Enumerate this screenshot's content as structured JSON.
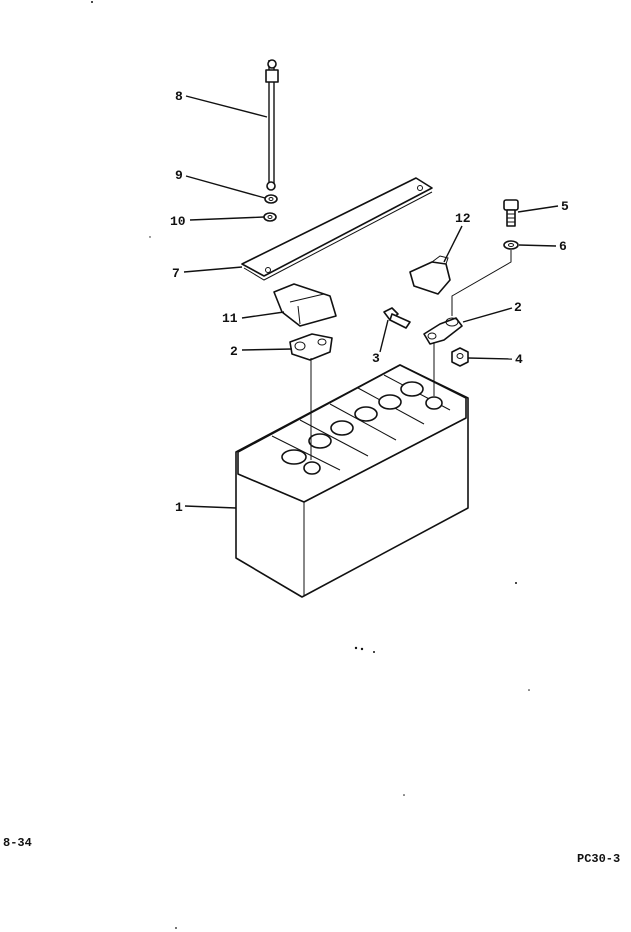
{
  "callouts": [
    {
      "label": "1",
      "part": "battery"
    },
    {
      "label": "2",
      "part": "terminal-clamp"
    },
    {
      "label": "2",
      "part": "terminal-clamp"
    },
    {
      "label": "3",
      "part": "bolt"
    },
    {
      "label": "4",
      "part": "nut"
    },
    {
      "label": "5",
      "part": "bolt"
    },
    {
      "label": "6",
      "part": "washer"
    },
    {
      "label": "7",
      "part": "hold-down-bracket"
    },
    {
      "label": "8",
      "part": "rod"
    },
    {
      "label": "9",
      "part": "washer"
    },
    {
      "label": "10",
      "part": "washer"
    },
    {
      "label": "11",
      "part": "terminal-cover"
    },
    {
      "label": "12",
      "part": "terminal-cover"
    }
  ],
  "footer": {
    "page_number": "8-34",
    "model_code": "PC30-3"
  }
}
